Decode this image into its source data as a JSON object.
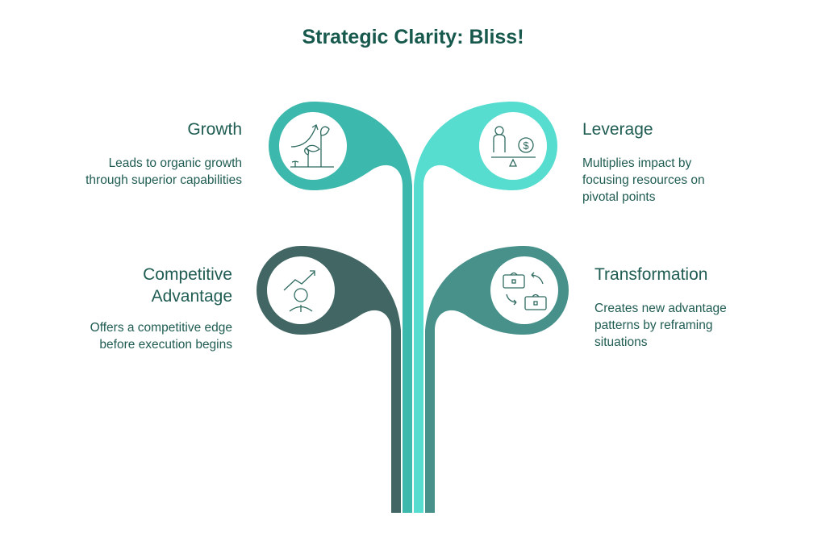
{
  "title": "Strategic Clarity: Bliss!",
  "items": [
    {
      "heading": "Growth",
      "description": "Leads to organic growth through superior capabilities",
      "icon": "plant-growth-icon",
      "color": "#3db8ad"
    },
    {
      "heading": "Leverage",
      "description": "Multiplies impact by focusing resources on pivotal points",
      "icon": "balance-scale-icon",
      "color": "#56ddd0"
    },
    {
      "heading": "Competitive Advantage",
      "description": "Offers a competitive edge before execution begins",
      "icon": "person-trend-icon",
      "color": "#426663"
    },
    {
      "heading": "Transformation",
      "description": "Creates new advantage patterns by reframing situations",
      "icon": "briefcase-exchange-icon",
      "color": "#47918a"
    }
  ]
}
